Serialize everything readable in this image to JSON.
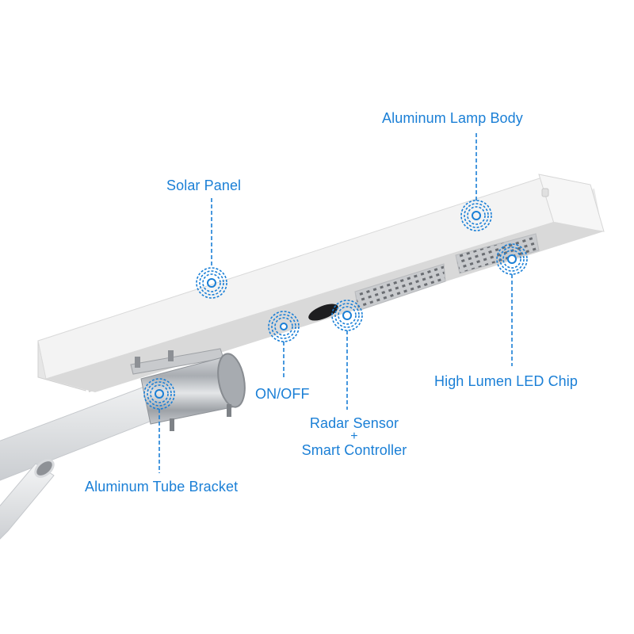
{
  "colors": {
    "accent": "#1a7fd6",
    "background": "#ffffff",
    "lamp_body": "#f1f1f1",
    "lamp_side": "#dcdcdc",
    "bracket": "#b9bcc0",
    "pole": "#e3e4e6"
  },
  "callouts": [
    {
      "id": "aluminum-lamp-body",
      "label": "Aluminum Lamp Body",
      "marker": [
        601,
        272
      ]
    },
    {
      "id": "solar-panel",
      "label": "Solar Panel",
      "marker": [
        267,
        357
      ]
    },
    {
      "id": "high-lumen-led-chip",
      "label": "High Lumen LED Chip",
      "marker": [
        646,
        327
      ]
    },
    {
      "id": "on-off",
      "label": "ON/OFF",
      "marker": [
        358,
        412
      ]
    },
    {
      "id": "radar-sensor",
      "label_line1": "Radar Sensor",
      "label_plus": "+",
      "label_line2": "Smart Controller",
      "marker": [
        438,
        398
      ]
    },
    {
      "id": "aluminum-tube-bracket",
      "label": "Aluminum Tube Bracket",
      "marker": [
        201,
        497
      ]
    }
  ]
}
